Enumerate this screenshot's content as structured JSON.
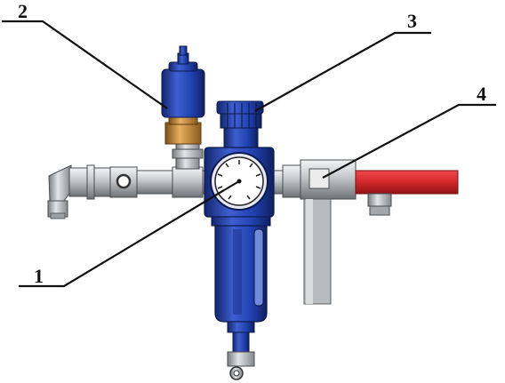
{
  "callouts": [
    {
      "id": "1",
      "label": "1"
    },
    {
      "id": "2",
      "label": "2"
    },
    {
      "id": "3",
      "label": "3"
    },
    {
      "id": "4",
      "label": "4"
    }
  ],
  "colors": {
    "body_blue": "#1f3fa8",
    "body_blue_dark": "#14297a",
    "body_blue_light": "#4a6ad6",
    "brass": "#c9893a",
    "steel": "#bfc2c5",
    "steel_dark": "#6c6f72",
    "valve_handle": "#d3262a",
    "gauge_face": "#ffffff"
  }
}
